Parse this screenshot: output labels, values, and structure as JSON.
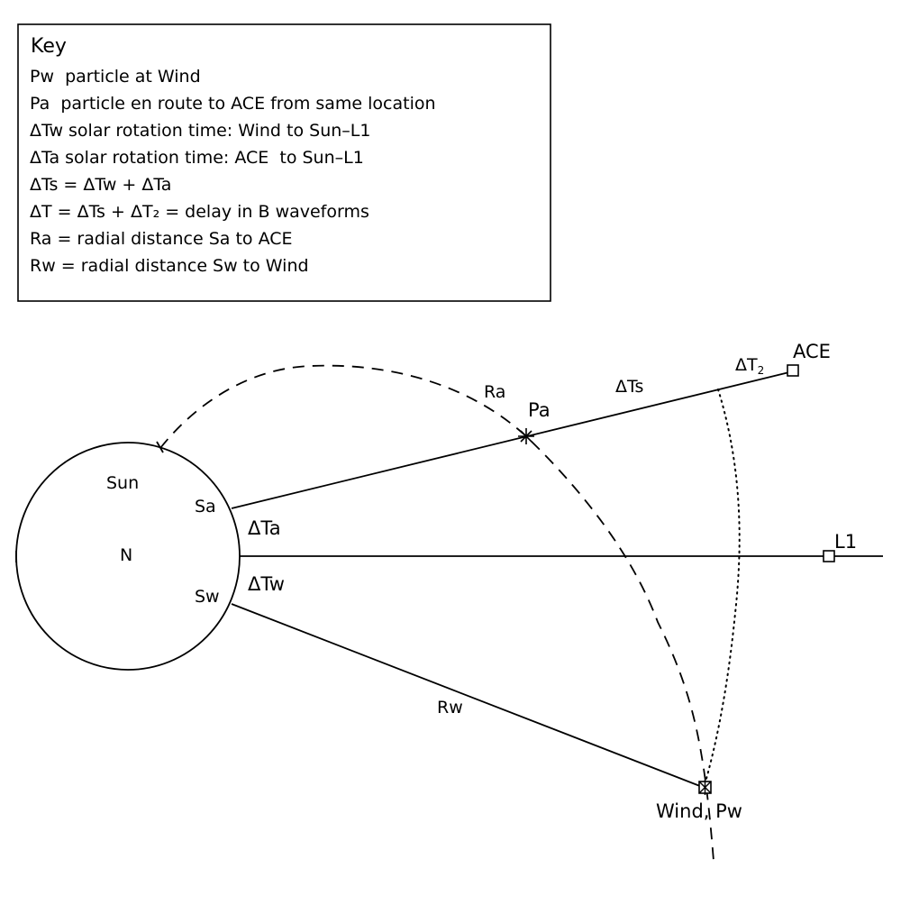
{
  "key": {
    "title": "Key",
    "lines": [
      "Pw  particle at Wind",
      "Pa  particle en route to ACE from same location",
      "ΔTw solar rotation time: Wind to Sun–L1",
      "ΔTa solar rotation time: ACE  to Sun–L1",
      "ΔTs = ΔTw + ΔTa",
      "ΔT = ΔTs + ΔT₂ = delay in B waveforms",
      "Ra = radial distance Sa to ACE",
      "Rw = radial distance Sw to Wind"
    ]
  },
  "labels": {
    "sun": "Sun",
    "north": "N",
    "sa": "Sa",
    "sw": "Sw",
    "delta_ta": "ΔTa",
    "delta_tw": "ΔTw",
    "ra": "Ra",
    "rw": "Rw",
    "pa": "Pa",
    "delta_ts": "ΔTs",
    "delta_t2_main": "ΔT",
    "delta_t2_sub": "2",
    "ace": "ACE",
    "l1": "L1",
    "wind_pw": "Wind, Pw"
  }
}
